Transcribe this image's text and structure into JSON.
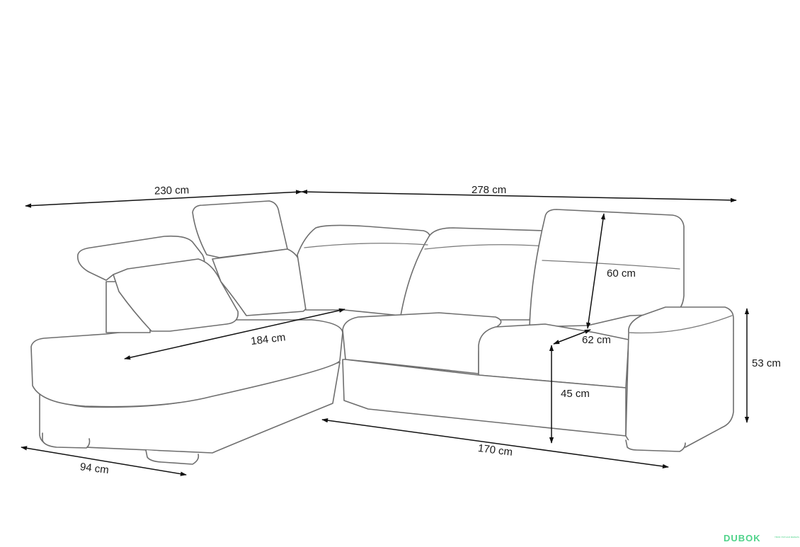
{
  "diagram": {
    "subject": "corner sofa dimensions",
    "dimensions": [
      {
        "id": "total-width-left",
        "label": "230 cm"
      },
      {
        "id": "total-width-right",
        "label": "278 cm"
      },
      {
        "id": "backrest-height",
        "label": "60 cm"
      },
      {
        "id": "chaise-length",
        "label": "184 cm"
      },
      {
        "id": "seat-depth",
        "label": "62 cm"
      },
      {
        "id": "total-height",
        "label": "53 cm"
      },
      {
        "id": "seat-height",
        "label": "45 cm"
      },
      {
        "id": "right-section-length",
        "label": "170 cm"
      },
      {
        "id": "chaise-width",
        "label": "94 cm"
      }
    ]
  },
  "logo": {
    "name": "DUBOK",
    "tagline": "ТВОЯ УЮТНАЯ МЕБЕЛЬ"
  },
  "colors": {
    "outline": "#6e6e6e",
    "dimension": "#111111",
    "logo": "#4fd38a"
  }
}
